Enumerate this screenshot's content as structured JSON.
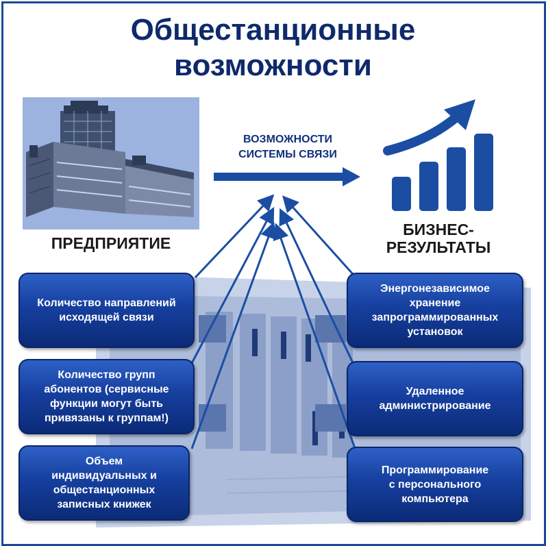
{
  "title": {
    "line1": "Общестанционные",
    "line2": "возможности"
  },
  "enterprise_label": "ПРЕДПРИЯТИЕ",
  "comm_label": {
    "line1": "ВОЗМОЖНОСТИ",
    "line2": "СИСТЕМЫ СВЯЗИ"
  },
  "results_label": {
    "line1": "БИЗНЕС-",
    "line2": "РЕЗУЛЬТАТЫ"
  },
  "features_left": [
    {
      "lines": [
        "Количество направлений",
        "исходящей связи"
      ]
    },
    {
      "lines": [
        "Количество групп",
        "абонентов (сервисные",
        "функции могут быть",
        "привязаны к группам!)"
      ]
    },
    {
      "lines": [
        "Объем",
        "индивидуальных и",
        "общестанционных",
        "записных книжек"
      ]
    }
  ],
  "features_right": [
    {
      "lines": [
        "Энергонезависимое",
        "хранение",
        "запрограммированных",
        "установок"
      ]
    },
    {
      "lines": [
        "Удаленное",
        "администрирование"
      ]
    },
    {
      "lines": [
        "Программирование",
        "с персонального",
        "компьютера"
      ]
    }
  ],
  "colors": {
    "title": "#0f2a6b",
    "accent_blue": "#1a4a96",
    "box_top": "#2e60c6",
    "box_bottom": "#0b2b78"
  }
}
